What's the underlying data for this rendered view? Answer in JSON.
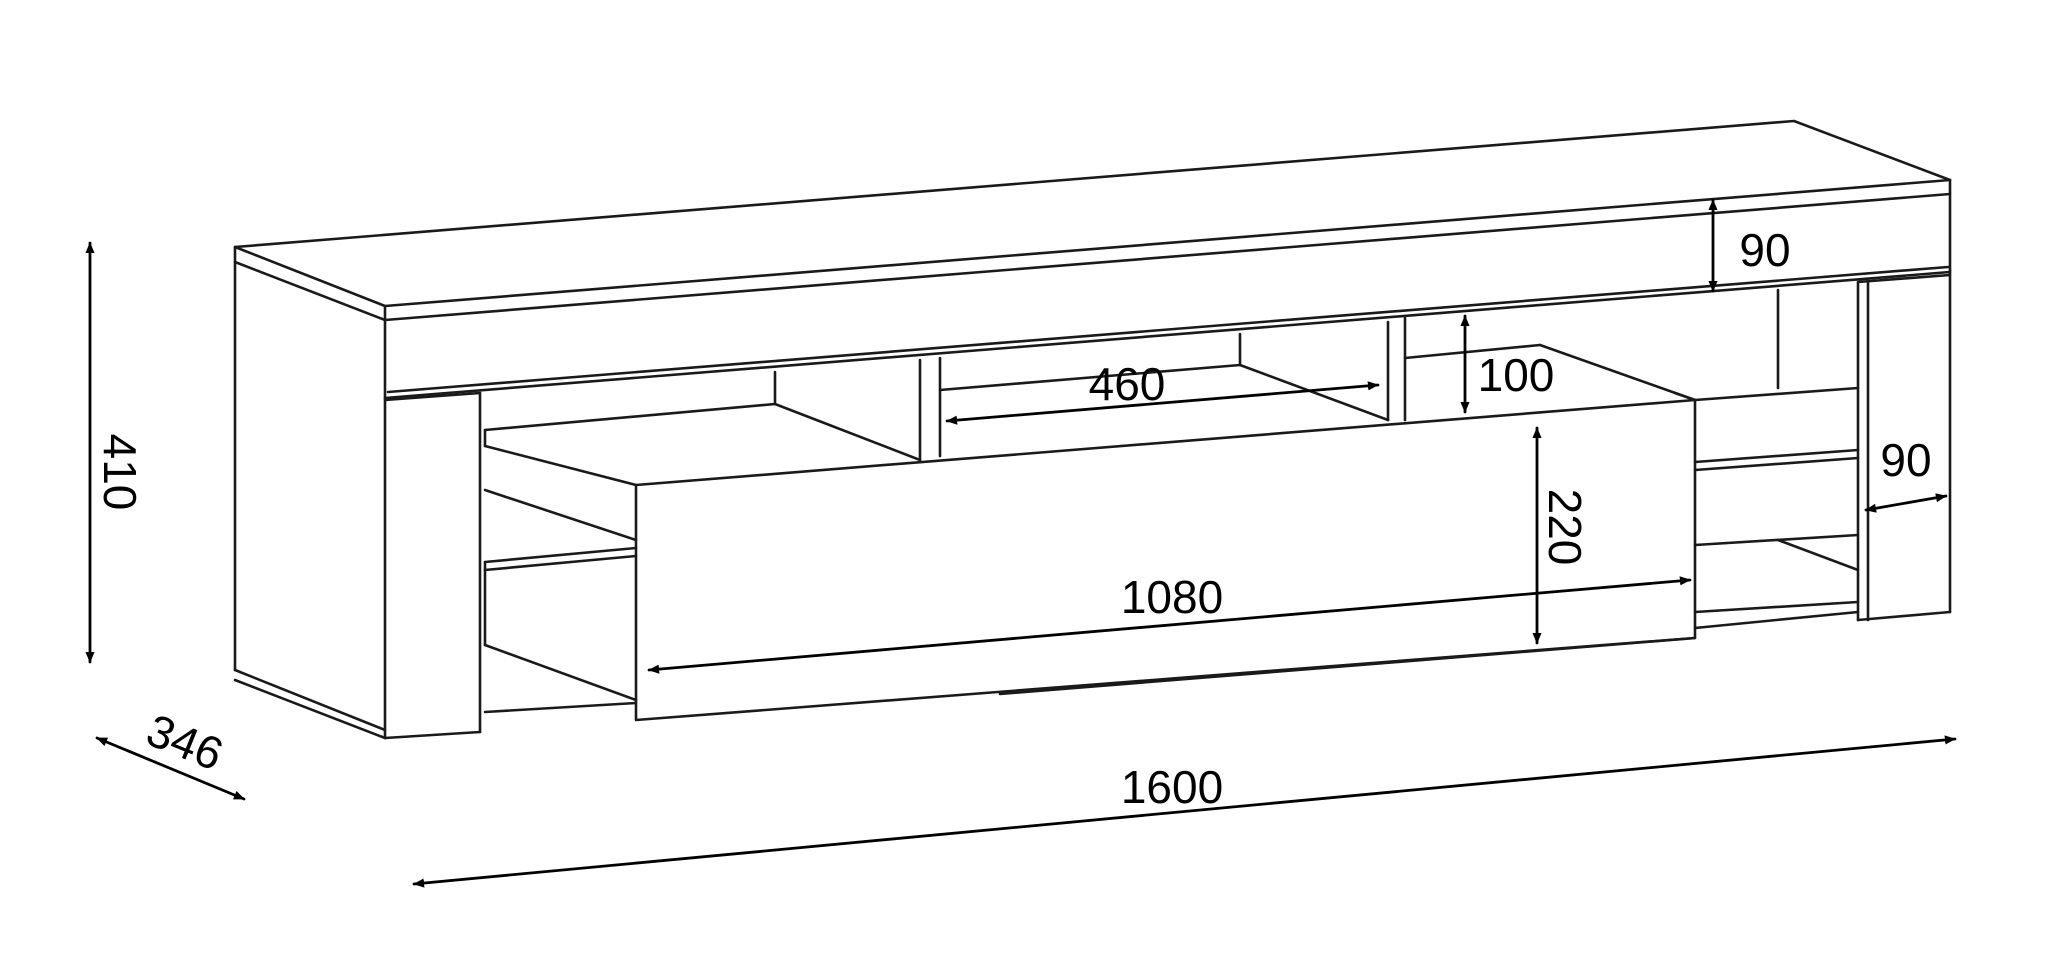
{
  "colors": {
    "line": "#1a1a1a",
    "background": "#ffffff"
  },
  "dimensions": {
    "total_height": "410",
    "depth": "346",
    "total_width": "1600",
    "top_panel_height": "90",
    "shelf_gap": "100",
    "shelf_width": "460",
    "drawer_height": "220",
    "drawer_width": "1080",
    "side_panel_width": "90"
  }
}
